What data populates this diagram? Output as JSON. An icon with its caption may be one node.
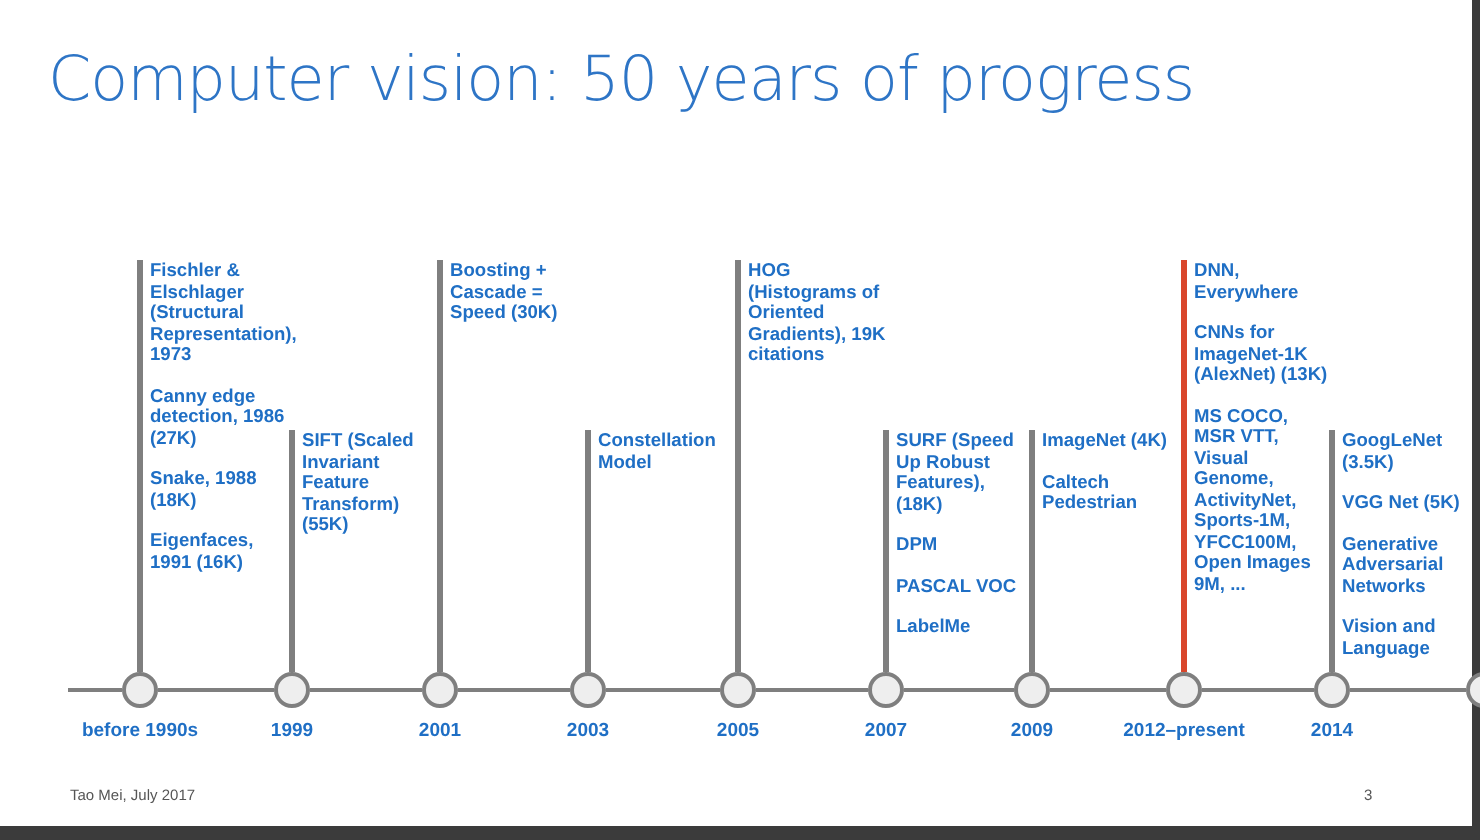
{
  "diagram": {
    "title": "Computer vision: 50 years of progress",
    "nodes": [
      {
        "text": [
          "before 1990s"
        ]
      },
      {
        "text": [
          "1999"
        ]
      },
      {
        "text": [
          "2001"
        ]
      },
      {
        "text": [
          "2003"
        ]
      },
      {
        "text": [
          "2005"
        ]
      },
      {
        "text": [
          "2007"
        ]
      },
      {
        "text": [
          "2009"
        ]
      },
      {
        "text": [
          "2012–present"
        ]
      },
      {
        "text": [
          "2014"
        ]
      },
      {
        "text": [],
        "shape": "circle"
      },
      {
        "text": [
          "Fischler & Elschlager (Structural Representation), 1973",
          "Canny edge detection, 1986 (27K)",
          "Snake, 1988 (18K)",
          "Eigenfaces, 1991 (16K)"
        ]
      },
      {
        "text": [
          "SIFT (Scaled Invariant Feature Transform) (55K)"
        ]
      },
      {
        "text": [
          "Boosting + Cascade = Speed (30K)"
        ]
      },
      {
        "text": [
          "Constellation Model"
        ]
      },
      {
        "text": [
          "HOG (Histograms of Oriented Gradients), 19K citations"
        ]
      },
      {
        "text": [
          "SURF (Speed Up Robust Features), (18K)",
          "DPM",
          "PASCAL VOC",
          "LabelMe"
        ]
      },
      {
        "text": [
          "ImageNet (4K)",
          "Caltech Pedestrian"
        ]
      },
      {
        "text": [
          "DNN, Everywhere",
          "CNNs for ImageNet-1K (AlexNet) (13K)",
          "MS COCO, MSR VTT, Visual Genome, ActivityNet, Sports-1M, YFCC100M, Open Images 9M, ..."
        ]
      },
      {
        "text": [
          "GoogLeNet (3.5K)",
          "VGG Net (5K)",
          "Generative Adversarial Networks",
          "Vision and Language"
        ]
      }
    ],
    "edges": [
      {
        "from": null,
        "to": 0,
        "arrow": "none"
      },
      {
        "from": 0,
        "to": 1,
        "arrow": "none"
      },
      {
        "from": 1,
        "to": 2,
        "arrow": "none"
      },
      {
        "from": 2,
        "to": 3,
        "arrow": "none"
      },
      {
        "from": 3,
        "to": 4,
        "arrow": "none"
      },
      {
        "from": 4,
        "to": 5,
        "arrow": "none"
      },
      {
        "from": 5,
        "to": 6,
        "arrow": "none"
      },
      {
        "from": 6,
        "to": 7,
        "arrow": "none"
      },
      {
        "from": 7,
        "to": 8,
        "arrow": "none"
      },
      {
        "from": 8,
        "to": 9,
        "arrow": "none"
      },
      {
        "from": 0,
        "to": 10,
        "arrow": "none"
      },
      {
        "from": 1,
        "to": 11,
        "arrow": "none"
      },
      {
        "from": 2,
        "to": 12,
        "arrow": "none"
      },
      {
        "from": 3,
        "to": 13,
        "arrow": "none"
      },
      {
        "from": 4,
        "to": 14,
        "arrow": "none"
      },
      {
        "from": 5,
        "to": 15,
        "arrow": "none"
      },
      {
        "from": 6,
        "to": 16,
        "arrow": "none"
      },
      {
        "from": 7,
        "to": 17,
        "arrow": "none",
        "color": "#d9462b"
      },
      {
        "from": 8,
        "to": 18,
        "arrow": "none"
      }
    ],
    "labels": [
      "Tao Mei, July 2017",
      "3"
    ]
  }
}
